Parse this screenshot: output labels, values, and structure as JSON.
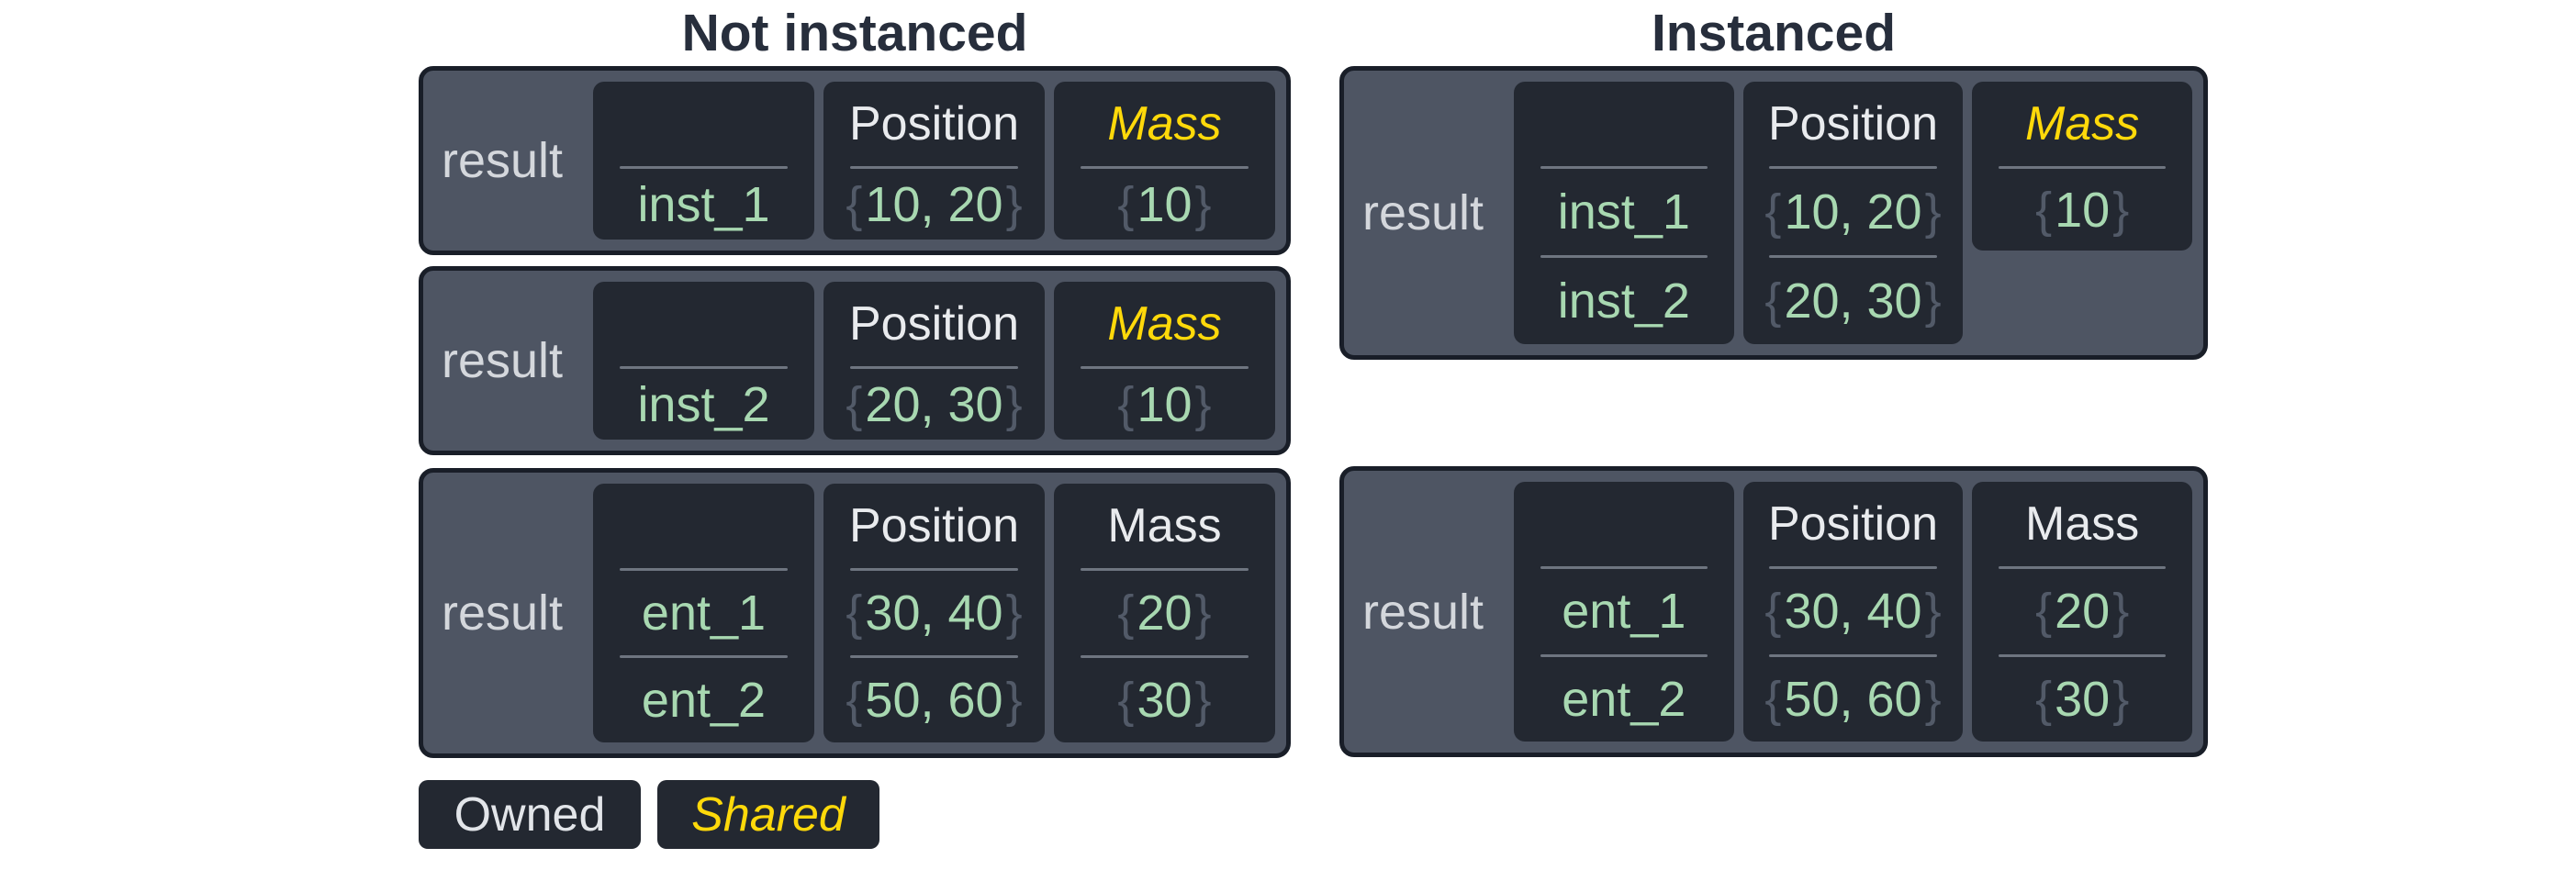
{
  "titles": {
    "left": "Not instanced",
    "right": "Instanced"
  },
  "syntax": {
    "open_brace": "{",
    "close_brace": "}"
  },
  "colors": {
    "page_bg": "#ffffff",
    "title": "#272e3c",
    "box_bg": "#4e5563",
    "box_border": "#191e28",
    "cell_bg": "#232831",
    "divider": "#6e7580",
    "result_text": "#d4d7dc",
    "owned_text": "#e9ebee",
    "shared_text": "#ffd90a",
    "value_green": "#a8d8b1",
    "brace": "#525a68",
    "legend_text": "#e2e5e9"
  },
  "legend": {
    "owned": "Owned",
    "shared": "Shared"
  },
  "boxes": {
    "not_instanced_1": {
      "label": "result",
      "columns": [
        {
          "header": "",
          "shared": false,
          "rows": [
            "inst_1"
          ]
        },
        {
          "header": "Position",
          "shared": false,
          "rows": [
            "10, 20"
          ]
        },
        {
          "header": "Mass",
          "shared": true,
          "rows": [
            "10"
          ]
        }
      ]
    },
    "not_instanced_2": {
      "label": "result",
      "columns": [
        {
          "header": "",
          "shared": false,
          "rows": [
            "inst_2"
          ]
        },
        {
          "header": "Position",
          "shared": false,
          "rows": [
            "20, 30"
          ]
        },
        {
          "header": "Mass",
          "shared": true,
          "rows": [
            "10"
          ]
        }
      ]
    },
    "not_instanced_3": {
      "label": "result",
      "columns": [
        {
          "header": "",
          "shared": false,
          "rows": [
            "ent_1",
            "ent_2"
          ]
        },
        {
          "header": "Position",
          "shared": false,
          "rows": [
            "30, 40",
            "50, 60"
          ]
        },
        {
          "header": "Mass",
          "shared": false,
          "rows": [
            "20",
            "30"
          ]
        }
      ]
    },
    "instanced_1": {
      "label": "result",
      "columns": [
        {
          "header": "",
          "shared": false,
          "rows": [
            "inst_1",
            "inst_2"
          ]
        },
        {
          "header": "Position",
          "shared": false,
          "rows": [
            "10, 20",
            "20, 30"
          ]
        },
        {
          "header": "Mass",
          "shared": true,
          "rows": [
            "10"
          ]
        }
      ]
    },
    "instanced_2": {
      "label": "result",
      "columns": [
        {
          "header": "",
          "shared": false,
          "rows": [
            "ent_1",
            "ent_2"
          ]
        },
        {
          "header": "Position",
          "shared": false,
          "rows": [
            "30, 40",
            "50, 60"
          ]
        },
        {
          "header": "Mass",
          "shared": false,
          "rows": [
            "20",
            "30"
          ]
        }
      ]
    }
  }
}
